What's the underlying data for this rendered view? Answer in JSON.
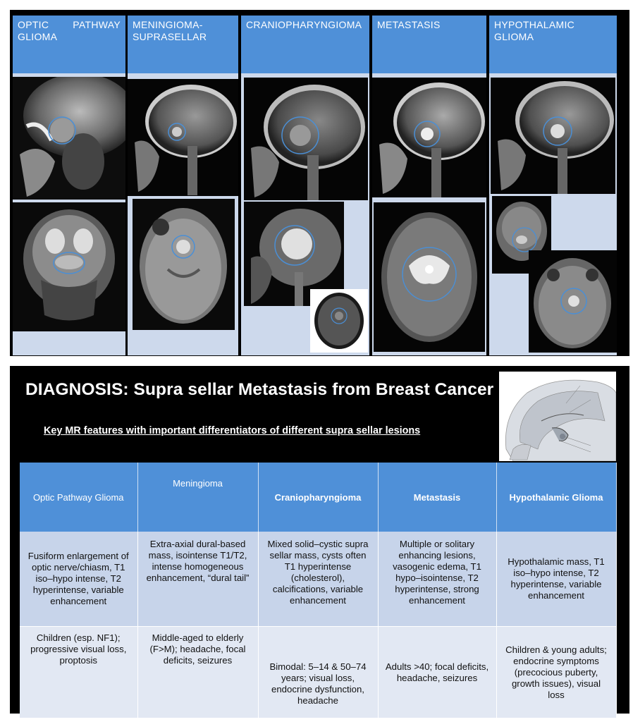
{
  "top_panel": {
    "columns": [
      {
        "label": "OPTIC PATHWAY GLIOMA"
      },
      {
        "label": "MENINGIOMA-SUPRASELLAR"
      },
      {
        "label": "CRANIOPHARYNGIOMA"
      },
      {
        "label": "METASTASIS"
      },
      {
        "label": "HYPOTHALAMIC GLIOMA"
      }
    ]
  },
  "diagnosis": {
    "title": "DIAGNOSIS: Supra sellar Metastasis from Breast Cancer",
    "subtitle": "Key MR features with important differentiators of different supra sellar lesions"
  },
  "table": {
    "headers": [
      "Optic Pathway Glioma",
      "Meningioma",
      "Craniopharyngioma",
      "Metastasis",
      "Hypothalamic Glioma"
    ],
    "rows": [
      [
        "Fusiform enlargement of optic nerve/chiasm, T1 iso–hypo intense, T2 hyperintense, variable enhancement",
        "Extra-axial dural-based mass, isointense T1/T2, intense homogeneous enhancement, “dural tail”",
        "Mixed solid–cystic supra sellar mass, cysts often T1 hyperintense (cholesterol), calcifications, variable enhancement",
        "Multiple or solitary enhancing lesions, vasogenic edema, T1 hypo–isointense, T2 hyperintense, strong enhancement",
        "Hypothalamic mass, T1 iso–hypo intense, T2 hyperintense, variable enhancement"
      ],
      [
        "Children (esp. NF1); progressive visual loss, proptosis",
        "Middle-aged to elderly (F>M); headache, focal deficits, seizures",
        "Bimodal: 5–14 & 50–74 years; visual loss, endocrine dysfunction, headache",
        "Adults >40; focal deficits, headache, seizures",
        "Children & young adults; endocrine symptoms (precocious puberty, growth issues), visual loss"
      ]
    ]
  },
  "colors": {
    "header_blue": "#4f90d8",
    "panel_black": "#000000",
    "column_bg": "#cdd9ec",
    "row1_bg": "#c7d4ea",
    "row2_bg": "#e2e8f3",
    "marker_circle": "#4a8fd6"
  }
}
